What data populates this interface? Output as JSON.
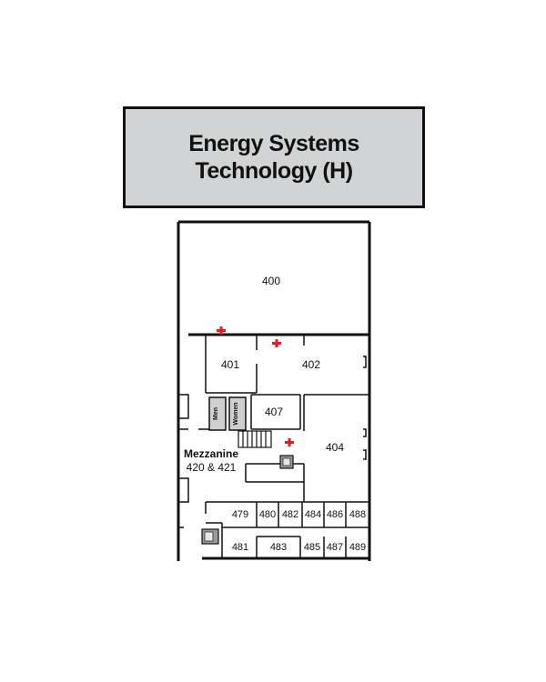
{
  "title": {
    "line1": "Energy Systems",
    "line2": "Technology (H)"
  },
  "rooms": {
    "r400": "400",
    "r401": "401",
    "r402": "402",
    "r404": "404",
    "r407": "407",
    "mezzanine_line1": "Mezzanine",
    "mezzanine_line2": "420 & 421",
    "r479": "479",
    "r480": "480",
    "r482": "482",
    "r484": "484",
    "r486": "486",
    "r488": "488",
    "r481": "481",
    "r483": "483",
    "r485": "485",
    "r487": "487",
    "r489": "489"
  },
  "restroom_labels": {
    "left": "Men",
    "right": "Women"
  },
  "colors": {
    "title_fill": "#d1d3d4",
    "wall": "#111111",
    "marker": "#e31b23"
  },
  "icons": [
    "fire-extinguisher-icon",
    "elevator-icon",
    "restroom-icon",
    "stairs-icon"
  ]
}
